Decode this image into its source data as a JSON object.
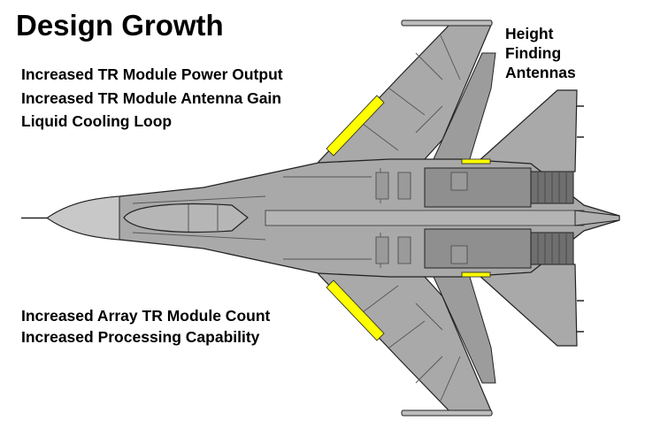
{
  "title": "Design Growth",
  "upper_notes": [
    "Increased TR Module Power Output",
    "Increased TR Module Antenna Gain",
    "Liquid Cooling Loop"
  ],
  "lower_notes": [
    "Increased Array TR Module Count",
    "Increased Processing Capability"
  ],
  "antenna_callout": [
    "Height",
    "Finding",
    "Antennas"
  ],
  "colors": {
    "airframe": "#a9a9a9",
    "panel_dark": "#8f8f8f",
    "outline": "#222222",
    "antenna_highlight": "#ffff00",
    "radome": "#c8c8c8"
  }
}
